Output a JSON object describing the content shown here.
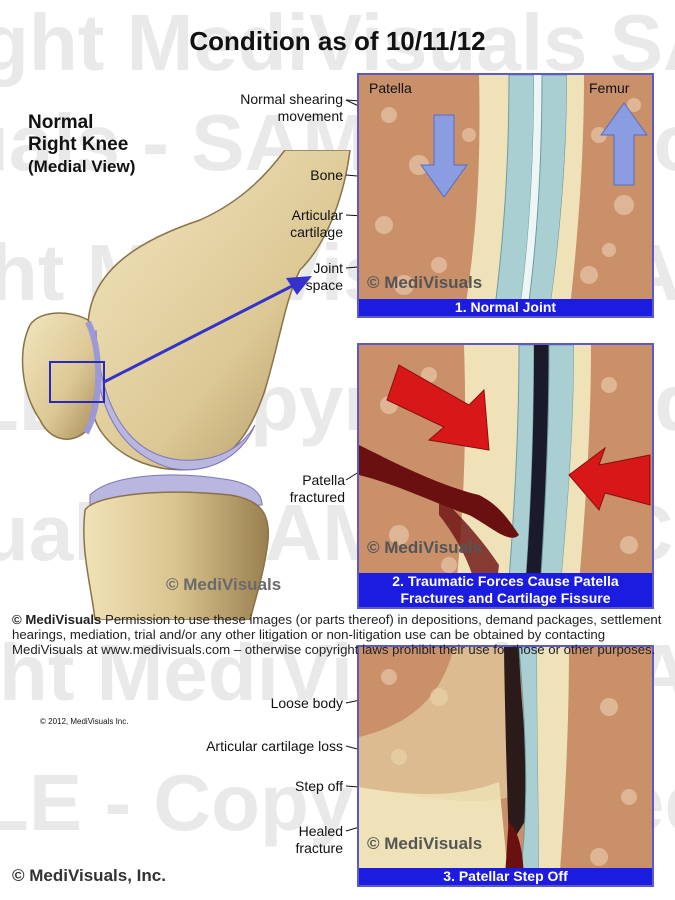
{
  "title": "Condition as of 10/11/12",
  "knee": {
    "title_line1": "Normal",
    "title_line2": "Right Knee",
    "title_line3": "(Medial View)",
    "watermark": "© MediVisuals"
  },
  "labels": {
    "normal_shearing_1": "Normal shearing",
    "normal_shearing_2": "movement",
    "bone": "Bone",
    "articular_1": "Articular",
    "articular_2": "cartilage",
    "joint_1": "Joint",
    "joint_2": "space",
    "patella_fractured_1": "Patella",
    "patella_fractured_2": "fractured",
    "loose_body": "Loose body",
    "articular_loss": "Articular cartilage loss",
    "step_off": "Step off",
    "healed_1": "Healed",
    "healed_2": "fracture"
  },
  "panels": {
    "p1": {
      "patella_label": "Patella",
      "femur_label": "Femur",
      "watermark": "© MediVisuals",
      "caption": "1. Normal Joint"
    },
    "p2": {
      "watermark": "© MediVisuals",
      "caption_line1": "2. Traumatic Forces Cause Patella",
      "caption_line2": "Fractures and Cartilage Fissure"
    },
    "p3": {
      "watermark": "© MediVisuals",
      "caption": "3. Patellar Step Off"
    }
  },
  "permission": {
    "brand": "© MediVisuals",
    "text": " Permission to use these images (or parts thereof) in depositions, demand packages, settlement hearings, mediation, trial and/or any other litigation or non-litigation use can be obtained by contacting MediVisuals at www.medivisuals.com – otherwise copyright laws prohibit their use for those or other purposes."
  },
  "small_copyright": "© 2012, MediVisuals Inc.",
  "footer": "© MediVisuals, Inc.",
  "colors": {
    "caption_bg": "#1c1ce0",
    "panel_border": "#5a5ac8",
    "bone_cream": "#efe2b8",
    "marrow": "#c9906a",
    "cartilage": "#a9cfd3",
    "blood": "#6b1010",
    "force_arrow": "#d81818",
    "shear_arrow": "#8a9de0"
  }
}
